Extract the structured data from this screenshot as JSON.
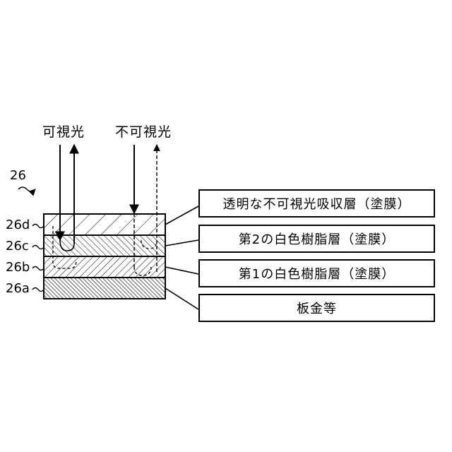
{
  "diagram": {
    "top_labels": {
      "visible_light": "可視光",
      "invisible_light": "不可視光"
    },
    "assembly_label": "26",
    "layer_labels": [
      "26d",
      "26c",
      "26b",
      "26a"
    ],
    "layer_descriptions": [
      "透明な不可視光吸収層（塗膜）",
      "第2の白色樹脂層（塗膜）",
      "第1の白色樹脂層（塗膜）",
      "板金等"
    ]
  }
}
